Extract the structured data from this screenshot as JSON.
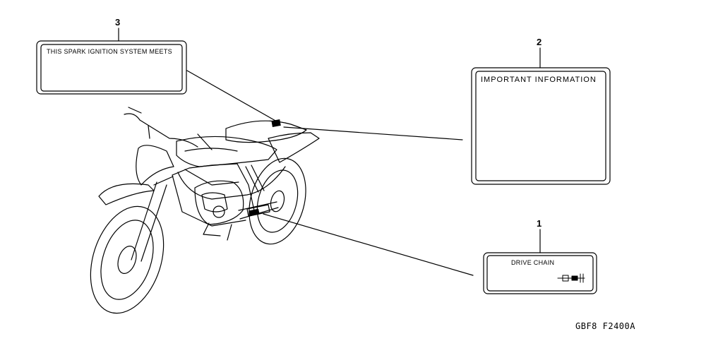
{
  "callouts": {
    "one": "1",
    "two": "2",
    "three": "3"
  },
  "labels": {
    "spark_ignition": "THIS SPARK IGNITION SYSTEM MEETS",
    "important_info": "IMPORTANT INFORMATION",
    "drive_chain": "DRIVE CHAIN"
  },
  "diagram_code": "GBF8 F2400A"
}
